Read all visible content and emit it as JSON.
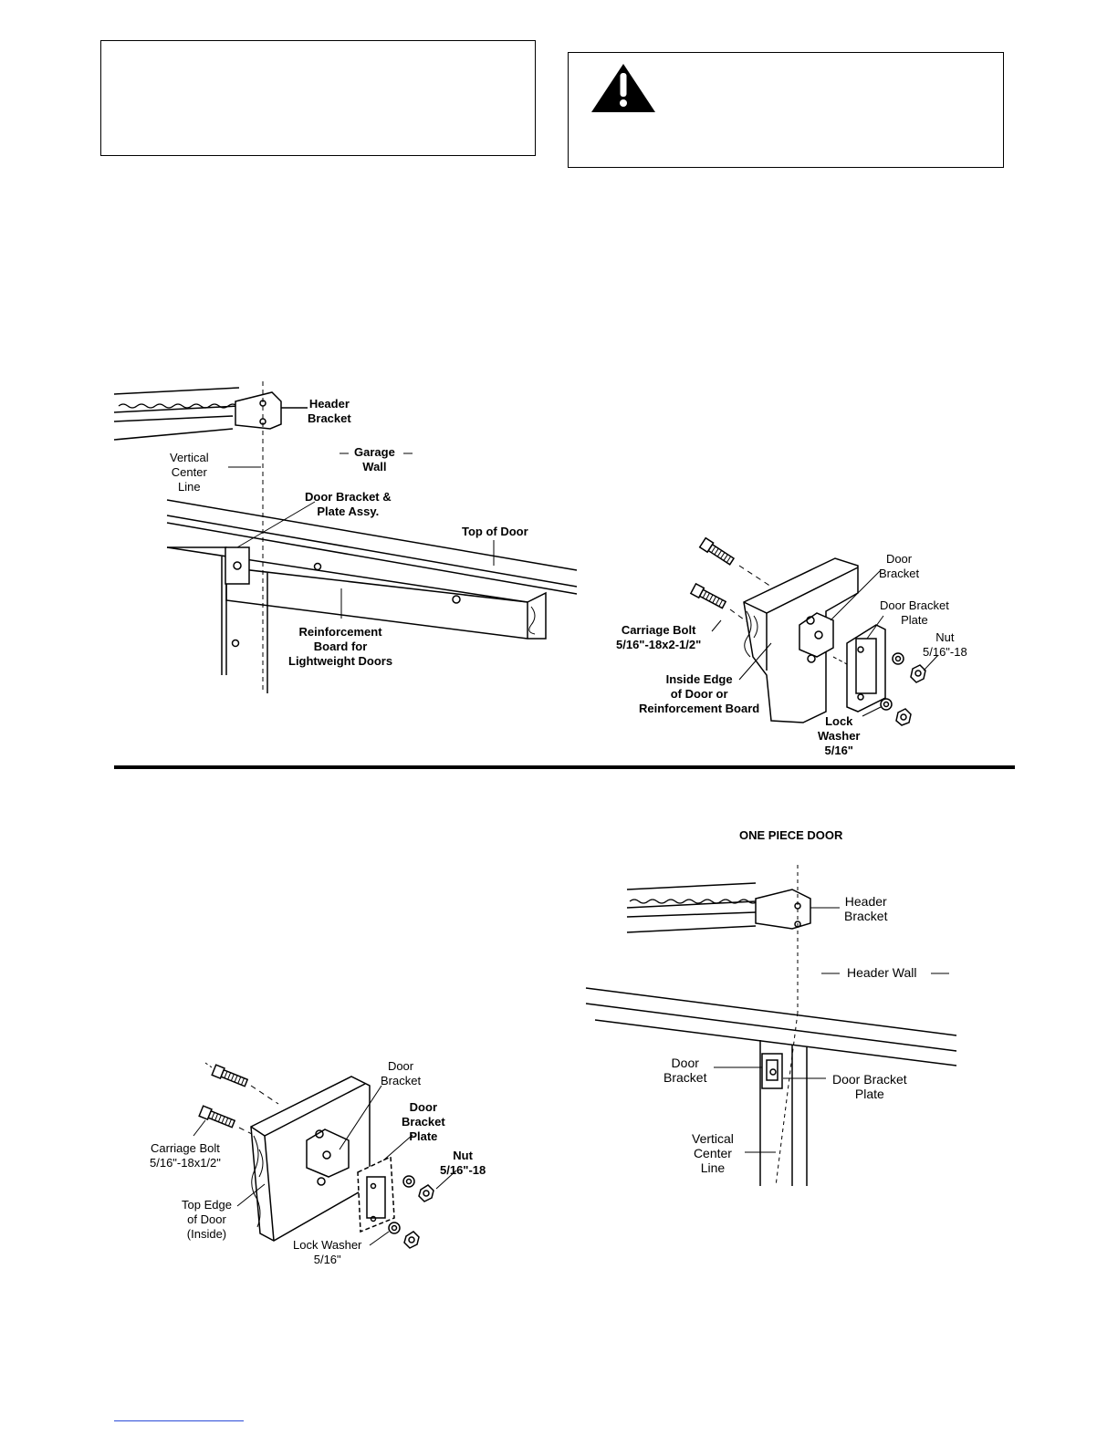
{
  "top_left_figure": {
    "header_bracket": "Header\nBracket",
    "vertical_center_line": "Vertical\nCenter\nLine",
    "garage_wall": "Garage\nWall",
    "door_bracket_plate_assy": "Door Bracket &\nPlate Assy.",
    "top_of_door": "Top of Door",
    "reinforcement_board": "Reinforcement\nBoard for\nLightweight Doors"
  },
  "top_right_figure": {
    "door_bracket": "Door\nBracket",
    "door_bracket_plate": "Door Bracket\nPlate",
    "nut": "Nut\n5/16\"-18",
    "carriage_bolt": "Carriage Bolt\n5/16\"-18x2-1/2\"",
    "inside_edge": "Inside Edge\nof Door or\nReinforcement Board",
    "lock_washer": "Lock\nWasher\n5/16\""
  },
  "bottom_left_figure": {
    "door_bracket": "Door\nBracket",
    "door_bracket_plate": "Door\nBracket\nPlate",
    "nut": "Nut\n5/16\"-18",
    "carriage_bolt": "Carriage Bolt\n5/16\"-18x1/2\"",
    "top_edge": "Top Edge\nof Door\n(Inside)",
    "lock_washer": "Lock Washer\n5/16\""
  },
  "bottom_right_figure": {
    "title": "ONE PIECE DOOR",
    "header_bracket": "Header\nBracket",
    "header_wall": "Header Wall",
    "door_bracket": "Door\nBracket",
    "door_bracket_plate": "Door Bracket\nPlate",
    "vertical_center_line": "Vertical\nCenter\nLine"
  },
  "icons": [
    "warning-triangle-icon"
  ]
}
